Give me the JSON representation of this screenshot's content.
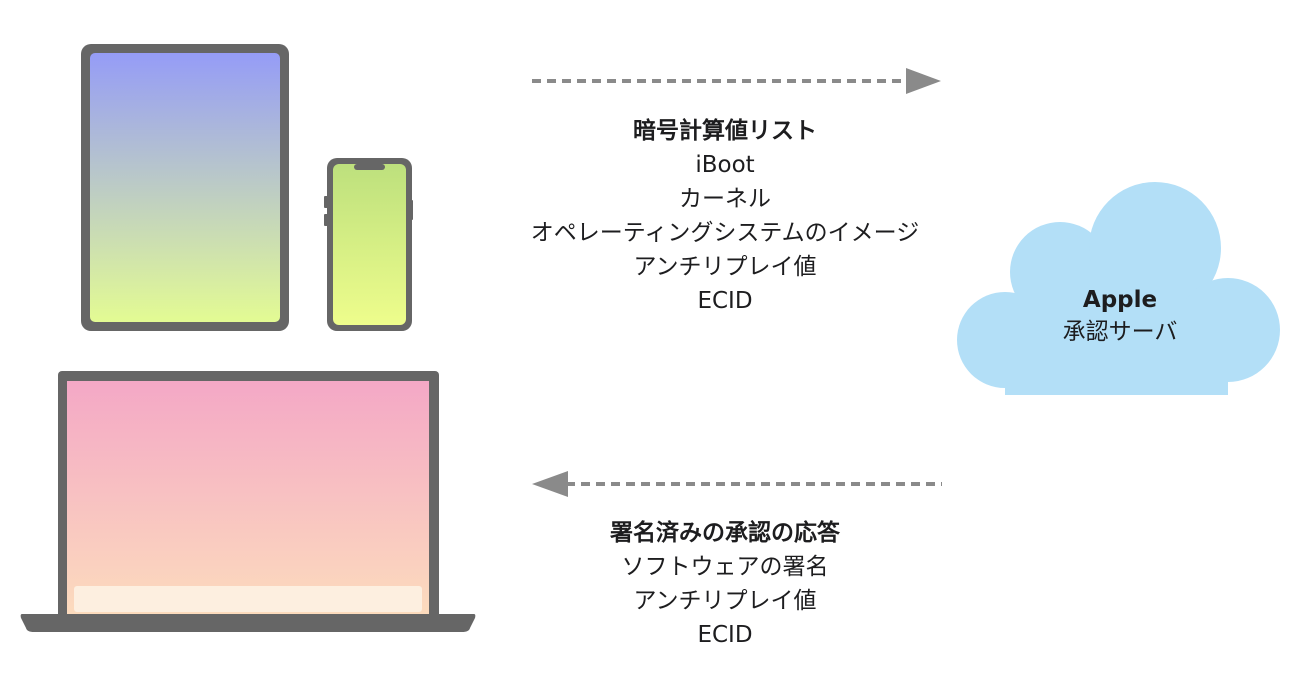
{
  "request": {
    "heading": "暗号計算値リスト",
    "items": [
      "iBoot",
      "カーネル",
      "オペレーティングシステムのイメージ",
      "アンチリプレイ値",
      "ECID"
    ]
  },
  "response": {
    "heading": "署名済みの承認の応答",
    "items": [
      "ソフトウェアの署名",
      "アンチリプレイ値",
      "ECID"
    ]
  },
  "server": {
    "name": "Apple",
    "role": "承認サーバ"
  },
  "colors": {
    "device_frame": "#666666",
    "arrow": "#8a8a8a",
    "cloud": "#b3dff7",
    "ipad_gradient_top": "#959cf7",
    "ipad_gradient_bottom": "#e3fb93",
    "iphone_gradient_top": "#bde07d",
    "iphone_gradient_bottom": "#eefd8c",
    "mac_gradient_top": "#f4a8c6",
    "mac_gradient_bottom": "#fcdcbd",
    "mac_dock": "#fdefe0"
  }
}
